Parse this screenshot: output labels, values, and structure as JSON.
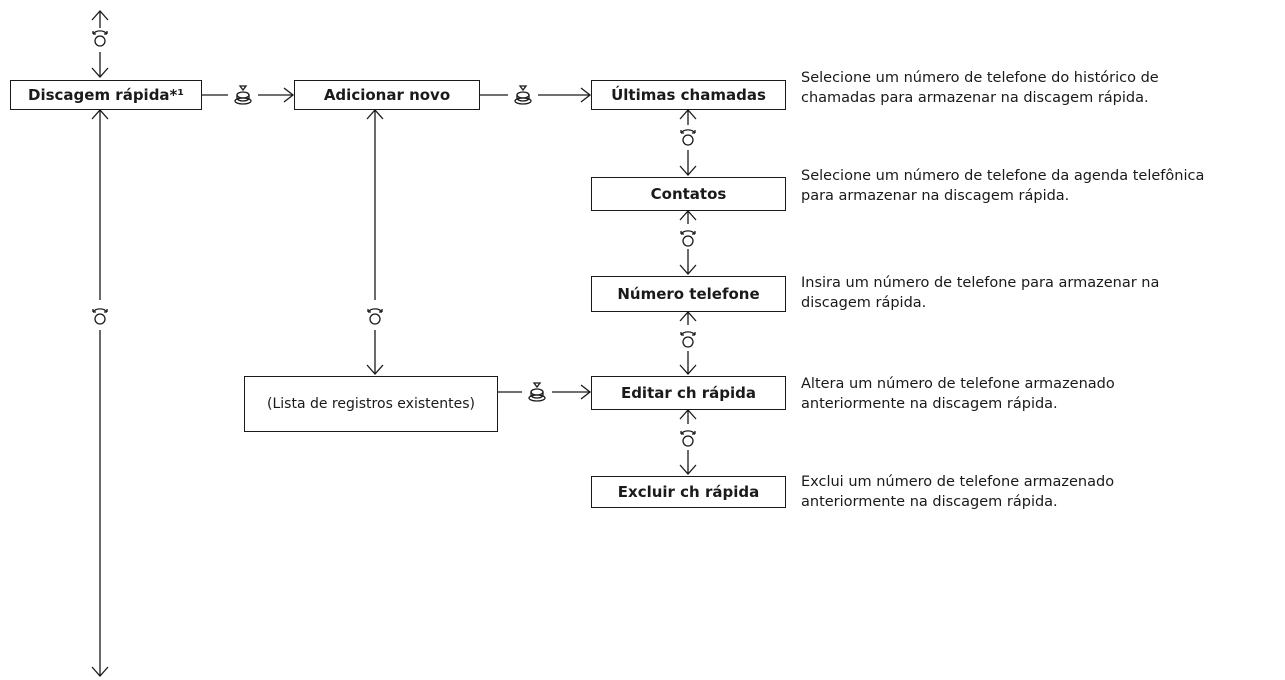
{
  "nodes": {
    "discagem_rapida": "Discagem rápida*¹",
    "adicionar_novo": "Adicionar novo",
    "ultimas_chamadas": "Últimas chamadas",
    "contatos": "Contatos",
    "numero_telefone": "Número telefone",
    "editar_ch_rapida": "Editar ch rápida",
    "excluir_ch_rapida": "Excluir ch rápida",
    "lista_registros": "(Lista de registros existentes)"
  },
  "descriptions": {
    "ultimas_chamadas": [
      "Selecione um número de telefone do histórico de",
      "chamadas para armazenar na discagem rápida."
    ],
    "contatos": [
      "Selecione um número de telefone da agenda telefônica",
      "para armazenar na discagem rápida."
    ],
    "numero_telefone": [
      "Insira um número de telefone para armazenar na",
      "discagem rápida."
    ],
    "editar_ch_rapida": [
      "Altera um número de telefone armazenado",
      "anteriormente na discagem rápida."
    ],
    "excluir_ch_rapida": [
      "Exclui um número de telefone armazenado",
      "anteriormente na discagem rápida."
    ]
  },
  "icons": {
    "rotate": "rotate-selector-icon",
    "press": "press-selector-icon"
  },
  "colors": {
    "line": "#1a1a1a",
    "background": "#ffffff"
  }
}
